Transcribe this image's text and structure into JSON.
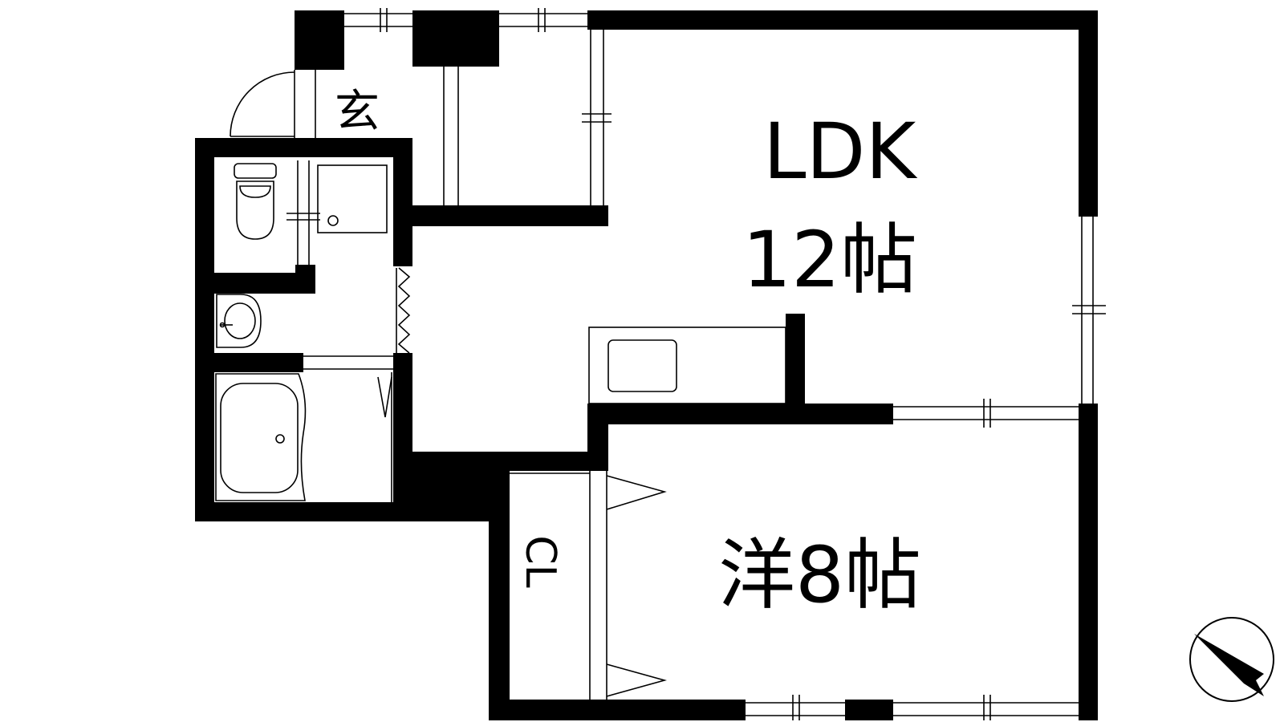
{
  "rooms": {
    "ldk_name": "LDK",
    "ldk_size": "12帖",
    "western_room": "洋8帖",
    "closet": "CL",
    "entrance": "玄"
  },
  "compass": {
    "icon": "compass-north-arrow-icon"
  },
  "colors": {
    "wall": "#000000",
    "background": "#ffffff",
    "line": "#000000"
  }
}
